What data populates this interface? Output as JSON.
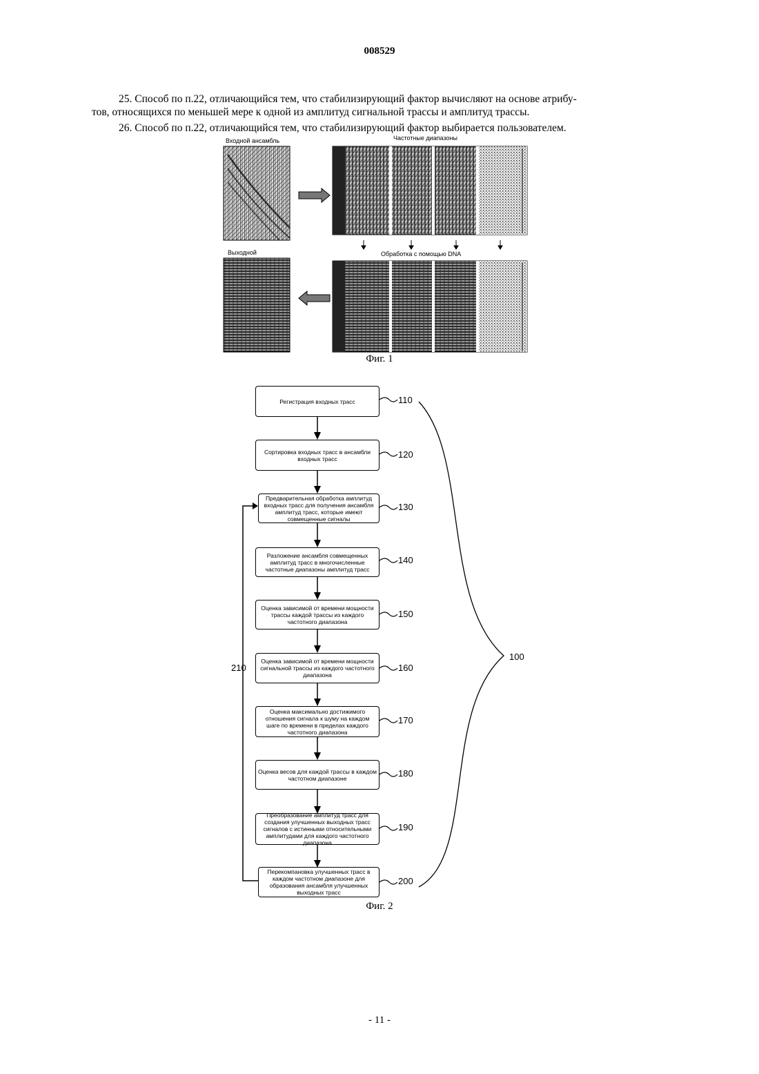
{
  "header": {
    "doc_number": "008529"
  },
  "claims": {
    "claim25_line1": "25. Способ по п.22, отличающийся тем, что стабилизирующий фактор вычисляют на основе атрибу-",
    "claim25_line2": "тов, относящихся по меньшей мере к одной из амплитуд сигнальной трассы и амплитуд трассы.",
    "claim26": "26. Способ по п.22, отличающийся тем, что стабилизирующий фактор выбирается пользователем."
  },
  "figure1": {
    "input_label": "Входной ансамбль",
    "bands_label": "Частотные диапазоны",
    "output_label": "Выходной",
    "processing_label": "Обработка с помощью  DNA",
    "caption": "Фиг. 1"
  },
  "figure2": {
    "steps": [
      {
        "ref": "110",
        "text": "Регистрация входных трасс"
      },
      {
        "ref": "120",
        "text": "Сортировка входных трасс в ансамбли входных трасс"
      },
      {
        "ref": "130",
        "text": "Предварительная обработка амплитуд входных трасс для получения ансамбля амплитуд трасс, которые имеют совмещенные сигналы"
      },
      {
        "ref": "140",
        "text": "Разложение ансамбля совмещенных амплитуд трасс в многочисленные частотные диапазоны амплитуд трасс"
      },
      {
        "ref": "150",
        "text": "Оценка зависимой от времени мощности трассы каждой трассы из каждого частотного диапазона"
      },
      {
        "ref": "160",
        "text": "Оценка зависимой от времени мощности сигнальной трассы из каждого частотного диапазона"
      },
      {
        "ref": "170",
        "text": "Оценка максимально достижимого отношения сигнала к шуму на каждом шаге по времени в пределах каждого частотного диапазона"
      },
      {
        "ref": "180",
        "text": "Оценка весов для каждой трассы в каждом частотном диапазоне"
      },
      {
        "ref": "190",
        "text": "Преобразование амплитуд трасс для создания улучшенных выходных трасс сигналов с истинными относительными амплитудами для каждого частотного диапазона"
      },
      {
        "ref": "200",
        "text": "Перекомпановка улучшенных трасс в каждом частотном диапазоне для образования ансамбля улучшенных выходных трасс"
      }
    ],
    "loop_ref": "210",
    "group_ref": "100",
    "caption": "Фиг. 2"
  },
  "footer": {
    "page_number": "- 11 -"
  }
}
